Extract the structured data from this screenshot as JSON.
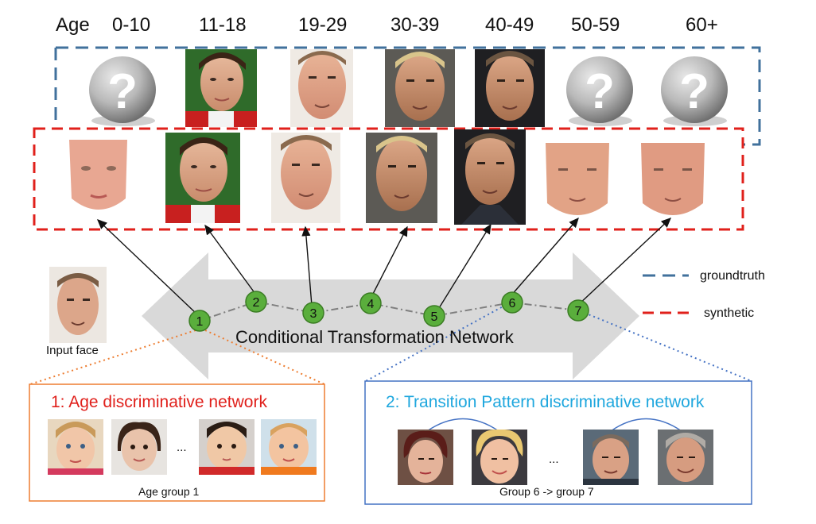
{
  "header": {
    "age_label": "Age",
    "age_groups": [
      "0-10",
      "11-18",
      "19-29",
      "30-39",
      "40-49",
      "50-59",
      "60+"
    ]
  },
  "groundtruth_row": {
    "unknown_symbol": "?",
    "items": [
      "unknown",
      "photo",
      "photo",
      "photo",
      "photo",
      "unknown",
      "unknown"
    ]
  },
  "legend": {
    "groundtruth": "groundtruth",
    "synthetic": "synthetic",
    "groundtruth_color": "#41719C",
    "synthetic_color": "#E0201B"
  },
  "network": {
    "title": "Conditional Transformation Network",
    "nodes": [
      "1",
      "2",
      "3",
      "4",
      "5",
      "6",
      "7"
    ],
    "node_color": "#5AAE3C"
  },
  "input": {
    "label": "Input face"
  },
  "age_box": {
    "title": "1: Age discriminative network",
    "title_color": "#E0201B",
    "border_color": "#ED7D31",
    "ellipsis": "...",
    "caption": "Age group 1"
  },
  "transition_box": {
    "title": "2: Transition Pattern discriminative network",
    "title_color": "#1FA7DE",
    "border_color": "#4472C4",
    "ellipsis": "...",
    "caption": "Group 6 -> group 7"
  },
  "colors": {
    "arrow_gray": "#D9D9D9",
    "orange_dotted": "#ED7D31",
    "blue_dotted": "#4472C4"
  }
}
